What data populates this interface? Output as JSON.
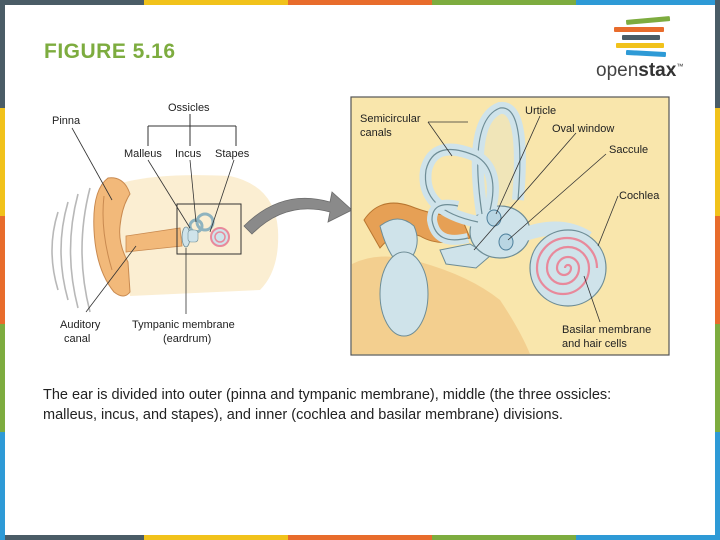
{
  "slide": {
    "title": "FIGURE 5.16",
    "caption": "The ear is divided into outer (pinna and tympanic membrane), middle (the three ossicles: malleus, incus, and stapes), and inner (cochlea and basilar membrane) divisions."
  },
  "logo": {
    "word_light": "open",
    "word_bold": "stax",
    "trademark": "™",
    "bar_colors": [
      "#7dac3f",
      "#e86c2c",
      "#4a5c66",
      "#f1c21b",
      "#2e9ad6"
    ]
  },
  "stripe_colors": [
    "#4a5c66",
    "#f1c21b",
    "#e86c2c",
    "#7dac3f",
    "#2e9ad6"
  ],
  "diagram": {
    "labels": {
      "ossicles": "Ossicles",
      "pinna": "Pinna",
      "malleus": "Malleus",
      "incus": "Incus",
      "stapes": "Stapes",
      "auditory_canal_1": "Auditory",
      "auditory_canal_2": "canal",
      "tympanic_1": "Tympanic membrane",
      "tympanic_2": "(eardrum)",
      "semicircular_1": "Semicircular",
      "semicircular_2": "canals",
      "urticle": "Urticle",
      "oval_window": "Oval window",
      "saccule": "Saccule",
      "cochlea": "Cochlea",
      "basilar_1": "Basilar membrane",
      "basilar_2": "and hair cells"
    },
    "colors": {
      "panel_bg": "#f9e6ac",
      "skin": "#f2b97a",
      "bone_blue": "#cfe3ea",
      "cochlea_pink": "#e8899b",
      "arrow": "#8a8a8a"
    }
  }
}
